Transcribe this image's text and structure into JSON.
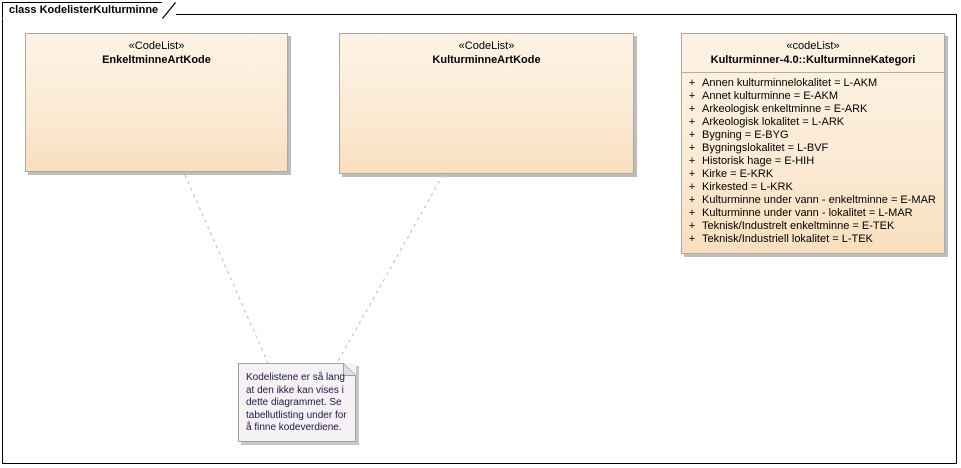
{
  "diagram": {
    "tab_label": "class KodelisterKulturminne",
    "frame_color": "#000000",
    "background": "#ffffff"
  },
  "classes": [
    {
      "id": "enkeltminne-art-kode",
      "stereotype": "«CodeList»",
      "name": "EnkeltminneArtKode",
      "attributes": [],
      "fill": "#fbebd6",
      "border": "#b0a9a0"
    },
    {
      "id": "kulturminne-art-kode",
      "stereotype": "«CodeList»",
      "name": "KulturminneArtKode",
      "attributes": [],
      "fill": "#fbebd6",
      "border": "#b0a9a0"
    },
    {
      "id": "kulturminne-kategori",
      "stereotype": "«codeList»",
      "name": "Kulturminner-4.0::KulturminneKategori",
      "fill": "#fbebd6",
      "border": "#b0a9a0",
      "attributes": [
        {
          "visibility": "+",
          "text": "Annen kulturminnelokalitet = L-AKM"
        },
        {
          "visibility": "+",
          "text": "Annet kulturminne = E-AKM"
        },
        {
          "visibility": "+",
          "text": "Arkeologisk enkeltminne = E-ARK"
        },
        {
          "visibility": "+",
          "text": "Arkeologisk lokalitet = L-ARK"
        },
        {
          "visibility": "+",
          "text": "Bygning = E-BYG"
        },
        {
          "visibility": "+",
          "text": "Bygningslokalitet = L-BVF"
        },
        {
          "visibility": "+",
          "text": "Historisk hage = E-HIH"
        },
        {
          "visibility": "+",
          "text": "Kirke = E-KRK"
        },
        {
          "visibility": "+",
          "text": "Kirkested = L-KRK"
        },
        {
          "visibility": "+",
          "text": "Kulturminne under vann - enkeltminne = E-MAR"
        },
        {
          "visibility": "+",
          "text": "Kulturminne under vann - lokalitet = L-MAR"
        },
        {
          "visibility": "+",
          "text": "Teknisk/Industrelt enkeltminne = E-TEK"
        },
        {
          "visibility": "+",
          "text": "Teknisk/Industriell lokalitet = L-TEK"
        }
      ]
    }
  ],
  "note": {
    "id": "kodeliste-note",
    "text": "Kodelistene er så lang at den ikke kan vises i dette diagrammet. Se tabellutlisting under for å finne kodeverdiene.",
    "fill": "#f5f1f5",
    "text_color": "#1a1a44"
  },
  "connectors": [
    {
      "id": "enkeltminne-to-note",
      "style": "dashed",
      "color": "#c9c4bd"
    },
    {
      "id": "kulturminne-to-note",
      "style": "dashed",
      "color": "#c9c4bd"
    }
  ]
}
